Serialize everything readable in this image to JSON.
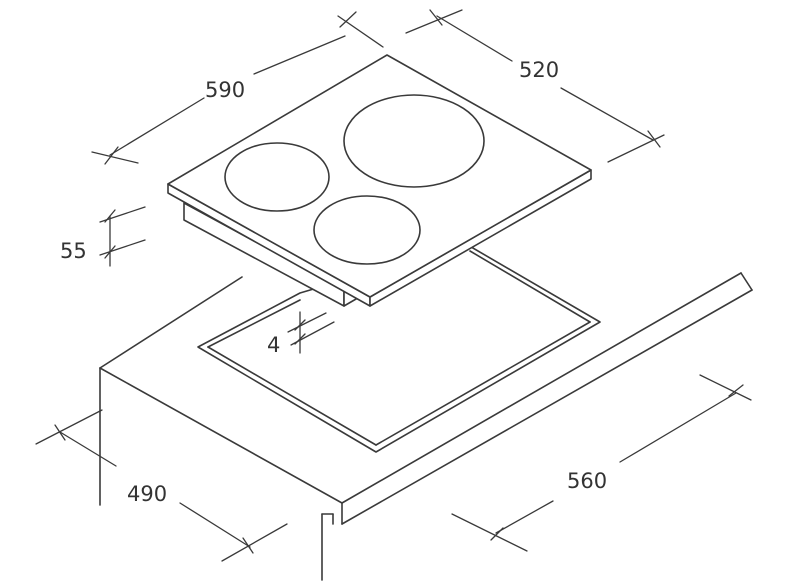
{
  "dimensions": {
    "hob_width": "590",
    "hob_depth": "520",
    "hob_height": "55",
    "cutout_gap": "4",
    "cutout_depth": "490",
    "cutout_width": "560"
  },
  "colors": {
    "line": "#3a3a3a",
    "background": "#ffffff"
  }
}
